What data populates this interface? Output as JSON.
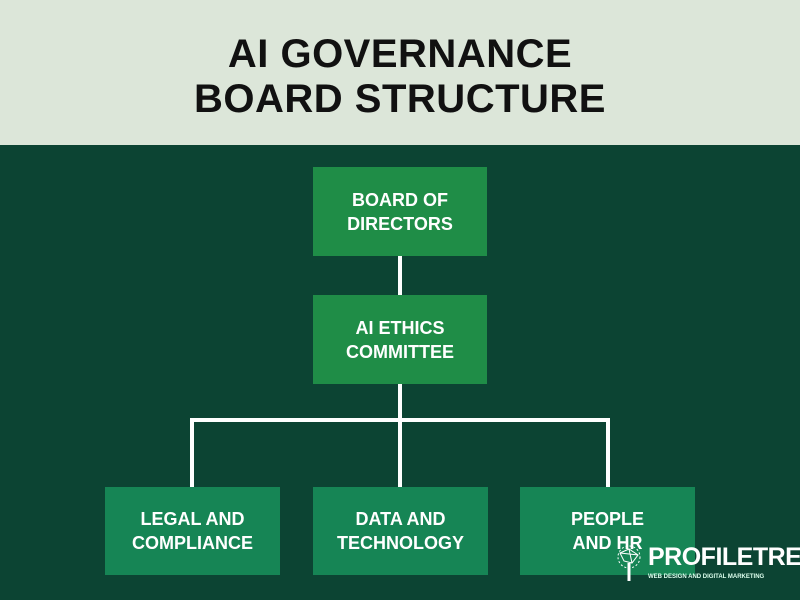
{
  "title_line1": "AI GOVERNANCE",
  "title_line2": "BOARD STRUCTURE",
  "nodes": {
    "board": {
      "line1": "BOARD OF",
      "line2": "DIRECTORS"
    },
    "ethics": {
      "line1": "AI ETHICS",
      "line2": "COMMITTEE"
    },
    "legal": {
      "line1": "LEGAL AND",
      "line2": "COMPLIANCE"
    },
    "data": {
      "line1": "DATA AND",
      "line2": "TECHNOLOGY"
    },
    "people": {
      "line1": "PEOPLE",
      "line2": "AND HR"
    }
  },
  "logo": {
    "name": "PROFILETREE",
    "tagline": "WEB DESIGN AND DIGITAL MARKETING"
  },
  "colors": {
    "header_bg": "#dce6d9",
    "body_bg": "#0c4433",
    "top_box": "#1f8d47",
    "bottom_box": "#168555",
    "connector": "#ffffff"
  }
}
